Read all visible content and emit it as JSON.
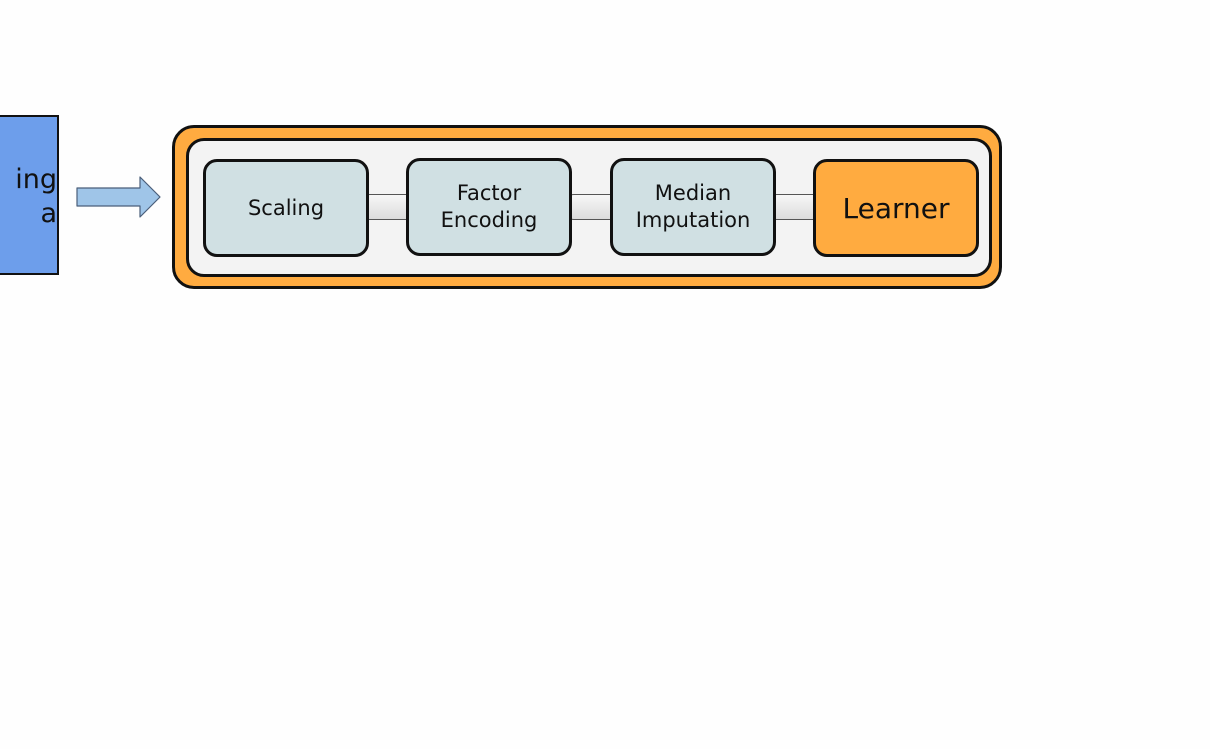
{
  "input_box": {
    "line1": "ing",
    "line2": "a"
  },
  "pipeline": {
    "steps": [
      {
        "line1": "Scaling",
        "line2": ""
      },
      {
        "line1": "Factor",
        "line2": "Encoding"
      },
      {
        "line1": "Median",
        "line2": "Imputation"
      },
      {
        "line1": "Learner",
        "line2": ""
      }
    ]
  },
  "colors": {
    "input_box": "#6d9eeb",
    "arrow": "#9fc5e8",
    "pipeline_outer": "#ffab40",
    "pipeline_inner": "#f3f3f3",
    "stage_fill": "#d0e0e3",
    "learner_fill": "#ffab40",
    "connector": "#e6e6e6"
  }
}
